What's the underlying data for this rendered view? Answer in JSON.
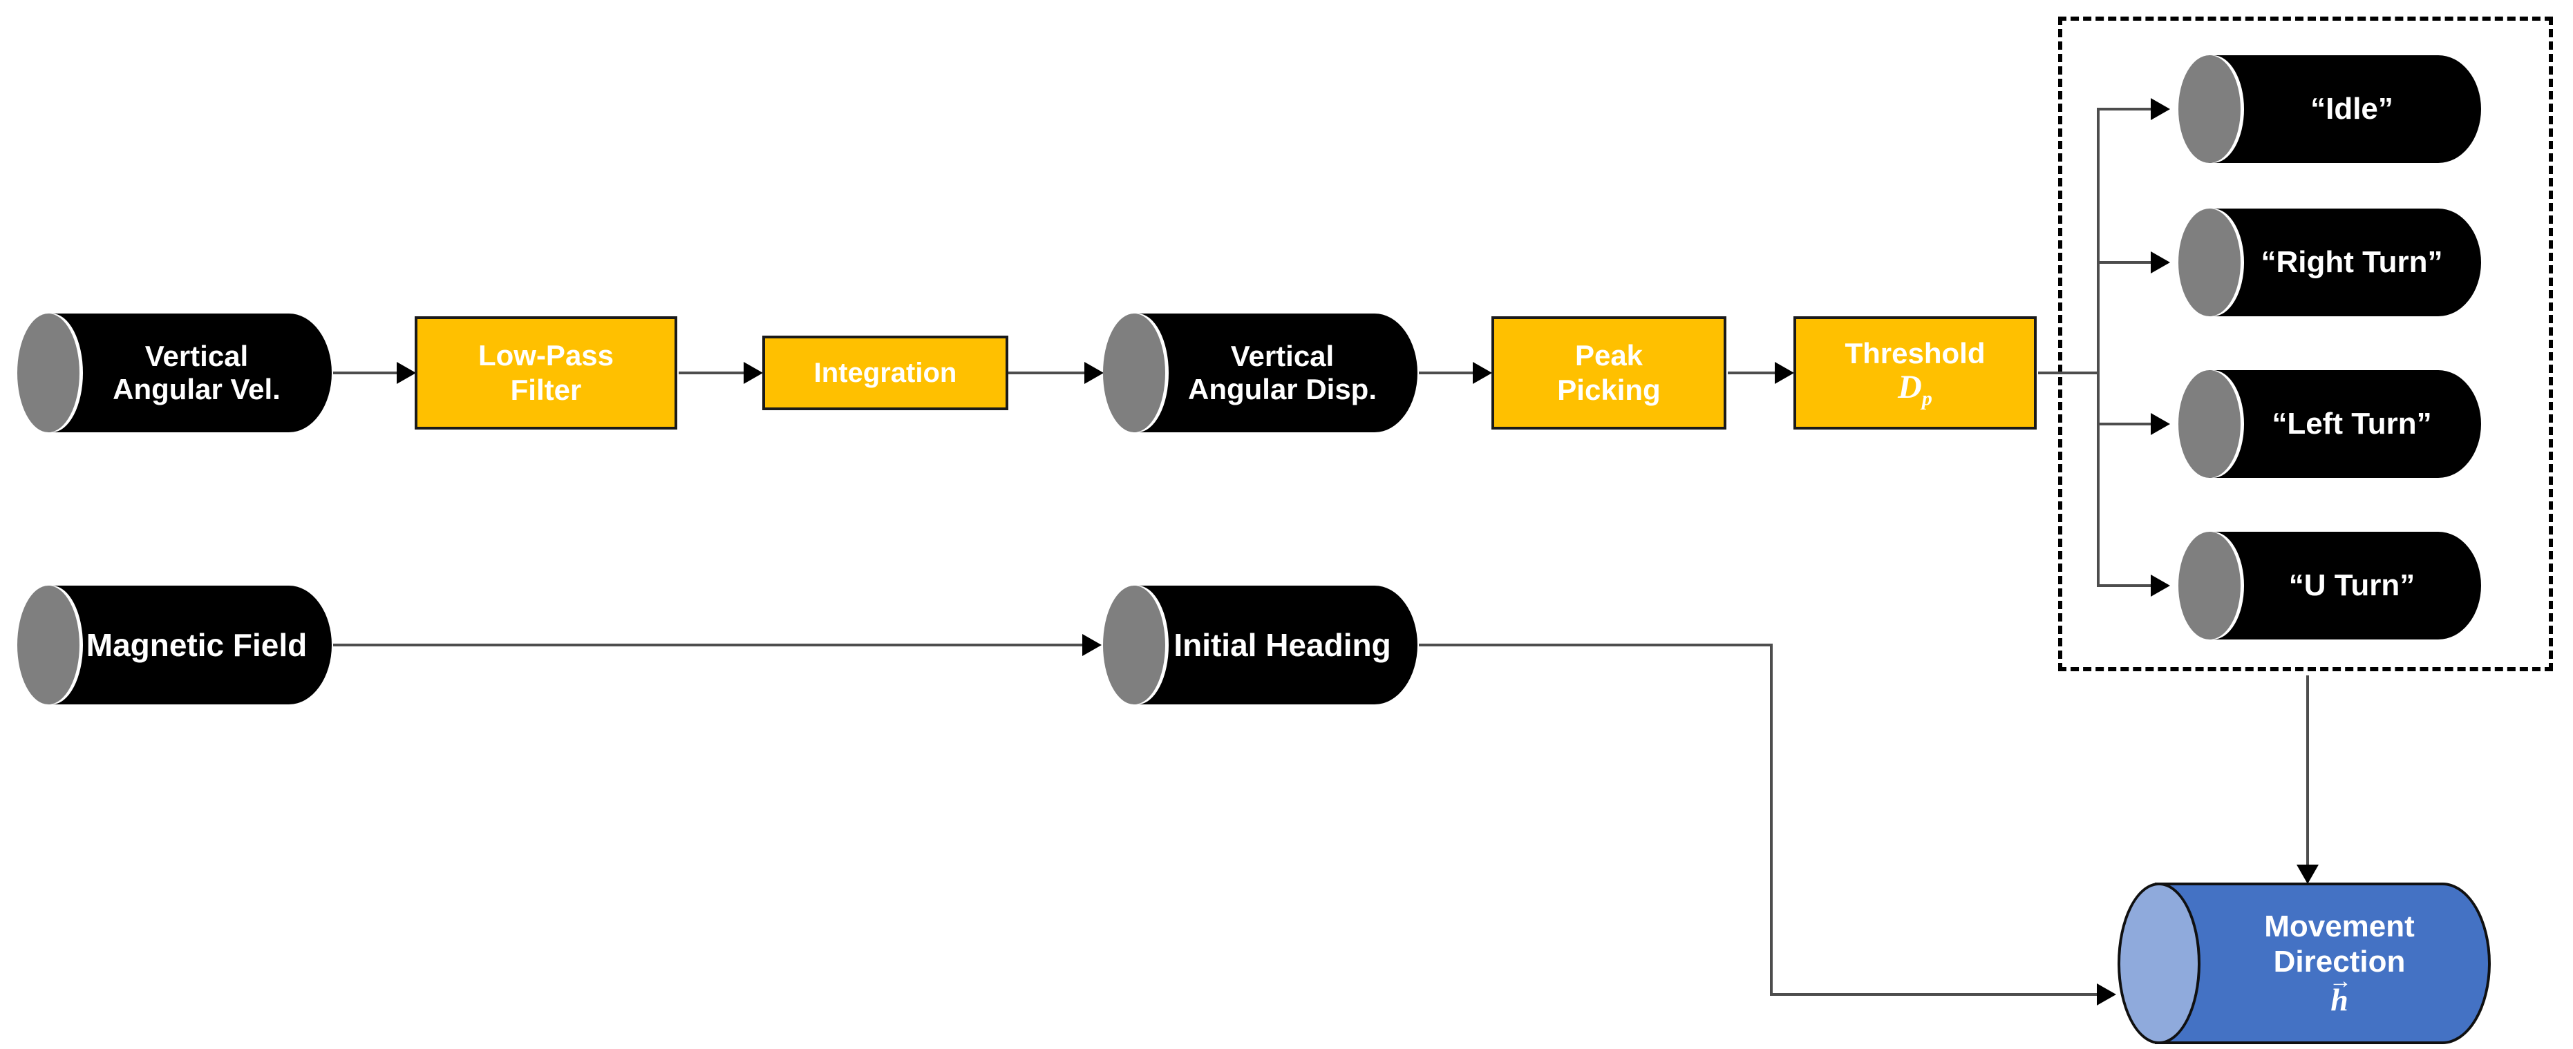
{
  "diagram": {
    "type": "flowchart",
    "colors": {
      "process_fill": "#FFC000",
      "process_border": "#1A1A1A",
      "data_fill": "#000000",
      "data_cap": "#7F7F7F",
      "output_fill": "#4472C4",
      "output_cap": "#8FAADC",
      "connector": "#4D4D4D",
      "arrowhead": "#000000",
      "text": "#FFFFFF",
      "background": "#FFFFFF"
    },
    "nodes": {
      "vertical_angular_vel": {
        "type": "data-cylinder",
        "label_line1": "Vertical",
        "label_line2": "Angular Vel."
      },
      "low_pass_filter": {
        "type": "process",
        "label_line1": "Low-Pass",
        "label_line2": "Filter"
      },
      "integration": {
        "type": "process",
        "label": "Integration"
      },
      "vertical_angular_disp": {
        "type": "data-cylinder",
        "label_line1": "Vertical",
        "label_line2": "Angular Disp."
      },
      "peak_picking": {
        "type": "process",
        "label_line1": "Peak",
        "label_line2": "Picking"
      },
      "threshold": {
        "type": "process",
        "label_line1": "Threshold",
        "symbol": "D",
        "symbol_subscript": "p"
      },
      "idle": {
        "type": "data-cylinder",
        "label": "“Idle”"
      },
      "right_turn": {
        "type": "data-cylinder",
        "label": "“Right Turn”"
      },
      "left_turn": {
        "type": "data-cylinder",
        "label": "“Left Turn”"
      },
      "u_turn": {
        "type": "data-cylinder",
        "label": "“U Turn”"
      },
      "magnetic_field": {
        "type": "data-cylinder",
        "label": "Magnetic Field"
      },
      "initial_heading": {
        "type": "data-cylinder",
        "label": "Initial Heading"
      },
      "movement_direction": {
        "type": "output-cylinder",
        "label_line1": "Movement",
        "label_line2": "Direction",
        "symbol": "h",
        "vector_arrow": "→"
      }
    }
  }
}
